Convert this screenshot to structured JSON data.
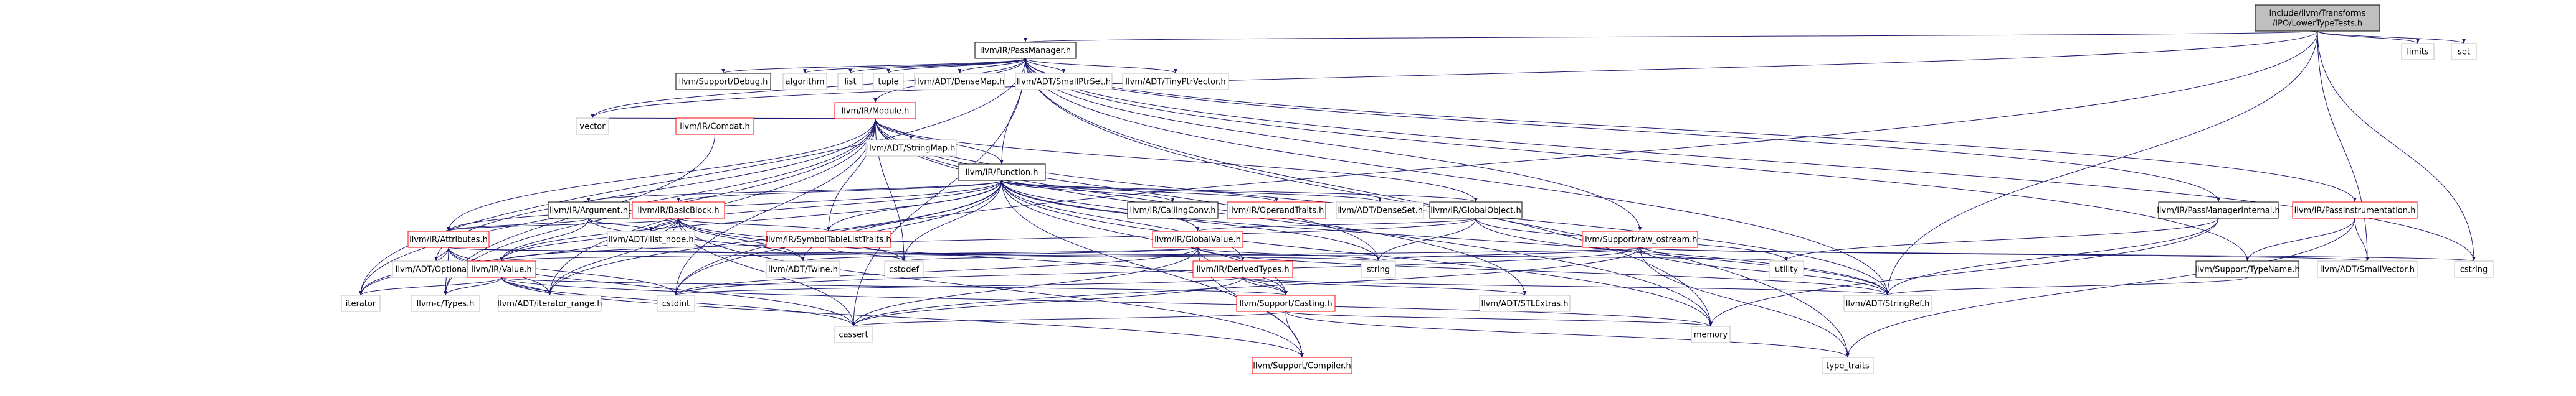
{
  "colors": {
    "edge": "#191970",
    "root_fill": "#bfbfbf",
    "node_stroke_plain": "#bfbfbf",
    "node_stroke_linked": "#000000",
    "node_stroke_truncated": "#ff0000",
    "text": "#000000"
  },
  "nodes": [
    {
      "id": "root",
      "label": [
        "include/llvm/Transforms",
        "/IPO/LowerTypeTests.h"
      ],
      "kind": "root"
    },
    {
      "id": "passmanager",
      "label": [
        "llvm/IR/PassManager.h"
      ],
      "kind": "linked"
    },
    {
      "id": "limits",
      "label": [
        "limits"
      ],
      "kind": "plain"
    },
    {
      "id": "set",
      "label": [
        "set"
      ],
      "kind": "plain"
    },
    {
      "id": "debug",
      "label": [
        "llvm/Support/Debug.h"
      ],
      "kind": "linked"
    },
    {
      "id": "algorithm",
      "label": [
        "algorithm"
      ],
      "kind": "plain"
    },
    {
      "id": "list",
      "label": [
        "list"
      ],
      "kind": "plain"
    },
    {
      "id": "tuple",
      "label": [
        "tuple"
      ],
      "kind": "plain"
    },
    {
      "id": "densemap",
      "label": [
        "llvm/ADT/DenseMap.h"
      ],
      "kind": "plain"
    },
    {
      "id": "smallptrset",
      "label": [
        "llvm/ADT/SmallPtrSet.h"
      ],
      "kind": "plain"
    },
    {
      "id": "tinyptrvector",
      "label": [
        "llvm/ADT/TinyPtrVector.h"
      ],
      "kind": "plain"
    },
    {
      "id": "module",
      "label": [
        "llvm/IR/Module.h"
      ],
      "kind": "truncated"
    },
    {
      "id": "vector",
      "label": [
        "vector"
      ],
      "kind": "plain"
    },
    {
      "id": "comdat",
      "label": [
        "llvm/IR/Comdat.h"
      ],
      "kind": "truncated"
    },
    {
      "id": "stringmap",
      "label": [
        "llvm/ADT/StringMap.h"
      ],
      "kind": "plain"
    },
    {
      "id": "function",
      "label": [
        "llvm/IR/Function.h"
      ],
      "kind": "linked"
    },
    {
      "id": "argument",
      "label": [
        "llvm/IR/Argument.h"
      ],
      "kind": "linked"
    },
    {
      "id": "basicblock",
      "label": [
        "llvm/IR/BasicBlock.h"
      ],
      "kind": "truncated"
    },
    {
      "id": "callingconv",
      "label": [
        "llvm/IR/CallingConv.h"
      ],
      "kind": "linked"
    },
    {
      "id": "operandtraits",
      "label": [
        "llvm/IR/OperandTraits.h"
      ],
      "kind": "truncated"
    },
    {
      "id": "denseset",
      "label": [
        "llvm/ADT/DenseSet.h"
      ],
      "kind": "plain"
    },
    {
      "id": "globalobject",
      "label": [
        "llvm/IR/GlobalObject.h"
      ],
      "kind": "linked"
    },
    {
      "id": "pmi",
      "label": [
        "llvm/IR/PassManagerInternal.h"
      ],
      "kind": "linked"
    },
    {
      "id": "passinstr",
      "label": [
        "llvm/IR/PassInstrumentation.h"
      ],
      "kind": "truncated"
    },
    {
      "id": "attributes",
      "label": [
        "llvm/IR/Attributes.h"
      ],
      "kind": "truncated"
    },
    {
      "id": "ilistnode",
      "label": [
        "llvm/ADT/ilist_node.h"
      ],
      "kind": "plain"
    },
    {
      "id": "symtab",
      "label": [
        "llvm/IR/SymbolTableListTraits.h"
      ],
      "kind": "truncated"
    },
    {
      "id": "globalvalue",
      "label": [
        "llvm/IR/GlobalValue.h"
      ],
      "kind": "truncated"
    },
    {
      "id": "rawostream",
      "label": [
        "llvm/Support/raw_ostream.h"
      ],
      "kind": "truncated"
    },
    {
      "id": "typename",
      "label": [
        "llvm/Support/TypeName.h"
      ],
      "kind": "linked"
    },
    {
      "id": "smallvector",
      "label": [
        "llvm/ADT/SmallVector.h"
      ],
      "kind": "plain"
    },
    {
      "id": "cstring",
      "label": [
        "cstring"
      ],
      "kind": "plain"
    },
    {
      "id": "optional",
      "label": [
        "llvm/ADT/Optional.h"
      ],
      "kind": "plain"
    },
    {
      "id": "value",
      "label": [
        "llvm/IR/Value.h"
      ],
      "kind": "truncated"
    },
    {
      "id": "twine",
      "label": [
        "llvm/ADT/Twine.h"
      ],
      "kind": "plain"
    },
    {
      "id": "cstddef",
      "label": [
        "cstddef"
      ],
      "kind": "plain"
    },
    {
      "id": "string",
      "label": [
        "string"
      ],
      "kind": "plain"
    },
    {
      "id": "derivedtypes",
      "label": [
        "llvm/IR/DerivedTypes.h"
      ],
      "kind": "truncated"
    },
    {
      "id": "utility",
      "label": [
        "utility"
      ],
      "kind": "plain"
    },
    {
      "id": "iterator",
      "label": [
        "iterator"
      ],
      "kind": "plain"
    },
    {
      "id": "ctypes",
      "label": [
        "llvm-c/Types.h"
      ],
      "kind": "plain"
    },
    {
      "id": "iterrange",
      "label": [
        "llvm/ADT/iterator_range.h"
      ],
      "kind": "plain"
    },
    {
      "id": "cstdint",
      "label": [
        "cstdint"
      ],
      "kind": "plain"
    },
    {
      "id": "casting",
      "label": [
        "llvm/Support/Casting.h"
      ],
      "kind": "truncated"
    },
    {
      "id": "stlextras",
      "label": [
        "llvm/ADT/STLExtras.h"
      ],
      "kind": "plain"
    },
    {
      "id": "stringref",
      "label": [
        "llvm/ADT/StringRef.h"
      ],
      "kind": "plain"
    },
    {
      "id": "memory",
      "label": [
        "memory"
      ],
      "kind": "plain"
    },
    {
      "id": "cassert",
      "label": [
        "cassert"
      ],
      "kind": "plain"
    },
    {
      "id": "compiler",
      "label": [
        "llvm/Support/Compiler.h"
      ],
      "kind": "truncated"
    },
    {
      "id": "typetraits",
      "label": [
        "type_traits"
      ],
      "kind": "plain"
    }
  ],
  "edges": [
    [
      "root",
      "passmanager"
    ],
    [
      "root",
      "limits"
    ],
    [
      "root",
      "set"
    ],
    [
      "root",
      "smallvector"
    ],
    [
      "root",
      "cstdint"
    ],
    [
      "root",
      "cstring"
    ],
    [
      "root",
      "vector"
    ],
    [
      "root",
      "stringref"
    ],
    [
      "passmanager",
      "debug"
    ],
    [
      "passmanager",
      "algorithm"
    ],
    [
      "passmanager",
      "list"
    ],
    [
      "passmanager",
      "tuple"
    ],
    [
      "passmanager",
      "densemap"
    ],
    [
      "passmanager",
      "smallptrset"
    ],
    [
      "passmanager",
      "tinyptrvector"
    ],
    [
      "passmanager",
      "module"
    ],
    [
      "passmanager",
      "vector"
    ],
    [
      "passmanager",
      "function"
    ],
    [
      "passmanager",
      "pmi"
    ],
    [
      "passmanager",
      "passinstr"
    ],
    [
      "passmanager",
      "typename"
    ],
    [
      "passmanager",
      "stringref"
    ],
    [
      "passmanager",
      "cstring"
    ],
    [
      "passmanager",
      "memory"
    ],
    [
      "passmanager",
      "typetraits"
    ],
    [
      "passmanager",
      "cassert"
    ],
    [
      "passmanager",
      "iterator"
    ],
    [
      "passmanager",
      "rawostream"
    ],
    [
      "module",
      "vector"
    ],
    [
      "module",
      "comdat"
    ],
    [
      "module",
      "stringmap"
    ],
    [
      "module",
      "function"
    ],
    [
      "module",
      "globalobject"
    ],
    [
      "module",
      "attributes"
    ],
    [
      "module",
      "iterrange"
    ],
    [
      "module",
      "ctypes"
    ],
    [
      "module",
      "optional"
    ],
    [
      "module",
      "cstddef"
    ],
    [
      "module",
      "stlextras"
    ],
    [
      "module",
      "stringref"
    ],
    [
      "module",
      "memory"
    ],
    [
      "module",
      "iterator"
    ],
    [
      "module",
      "symtab"
    ],
    [
      "module",
      "cstdint"
    ],
    [
      "module",
      "string"
    ],
    [
      "comdat",
      "ctypes"
    ],
    [
      "function",
      "argument"
    ],
    [
      "function",
      "basicblock"
    ],
    [
      "function",
      "callingconv"
    ],
    [
      "function",
      "operandtraits"
    ],
    [
      "function",
      "denseset"
    ],
    [
      "function",
      "globalobject"
    ],
    [
      "function",
      "attributes"
    ],
    [
      "function",
      "ilistnode"
    ],
    [
      "function",
      "symtab"
    ],
    [
      "function",
      "globalvalue"
    ],
    [
      "function",
      "value"
    ],
    [
      "function",
      "twine"
    ],
    [
      "function",
      "derivedtypes"
    ],
    [
      "function",
      "casting"
    ],
    [
      "function",
      "compiler"
    ],
    [
      "function",
      "cstddef"
    ],
    [
      "function",
      "cstdint"
    ],
    [
      "function",
      "memory"
    ],
    [
      "function",
      "string"
    ],
    [
      "function",
      "stringref"
    ],
    [
      "function",
      "iterrange"
    ],
    [
      "argument",
      "value"
    ],
    [
      "argument",
      "attributes"
    ],
    [
      "argument",
      "twine"
    ],
    [
      "argument",
      "ilistnode"
    ],
    [
      "basicblock",
      "attributes"
    ],
    [
      "basicblock",
      "value"
    ],
    [
      "basicblock",
      "ilistnode"
    ],
    [
      "basicblock",
      "symtab"
    ],
    [
      "basicblock",
      "twine"
    ],
    [
      "basicblock",
      "iterrange"
    ],
    [
      "basicblock",
      "casting"
    ],
    [
      "basicblock",
      "compiler"
    ],
    [
      "basicblock",
      "cstddef"
    ],
    [
      "basicblock",
      "cassert"
    ],
    [
      "basicblock",
      "iterator"
    ],
    [
      "globalobject",
      "globalvalue"
    ],
    [
      "globalobject",
      "value"
    ],
    [
      "globalobject",
      "stringref"
    ],
    [
      "globalobject",
      "string"
    ],
    [
      "globalobject",
      "utility"
    ],
    [
      "pmi",
      "stringref"
    ],
    [
      "pmi",
      "memory"
    ],
    [
      "pmi",
      "utility"
    ],
    [
      "passinstr",
      "smallvector"
    ],
    [
      "passinstr",
      "typename"
    ],
    [
      "passinstr",
      "typetraits"
    ],
    [
      "attributes",
      "optional"
    ],
    [
      "attributes",
      "iterrange"
    ],
    [
      "attributes",
      "ctypes"
    ],
    [
      "attributes",
      "cassert"
    ],
    [
      "attributes",
      "cstdint"
    ],
    [
      "attributes",
      "string"
    ],
    [
      "attributes",
      "utility"
    ],
    [
      "attributes",
      "iterator"
    ],
    [
      "symtab",
      "cstddef"
    ],
    [
      "globalvalue",
      "value"
    ],
    [
      "globalvalue",
      "derivedtypes"
    ],
    [
      "globalvalue",
      "casting"
    ],
    [
      "globalvalue",
      "stringref"
    ],
    [
      "globalvalue",
      "twine"
    ],
    [
      "globalvalue",
      "cassert"
    ],
    [
      "globalvalue",
      "cstdint"
    ],
    [
      "globalvalue",
      "string"
    ],
    [
      "globalvalue",
      "compiler"
    ],
    [
      "rawostream",
      "stringref"
    ],
    [
      "rawostream",
      "cassert"
    ],
    [
      "rawostream",
      "cstddef"
    ],
    [
      "rawostream",
      "cstdint"
    ],
    [
      "rawostream",
      "cstring"
    ],
    [
      "rawostream",
      "string"
    ],
    [
      "rawostream",
      "typetraits"
    ],
    [
      "rawostream",
      "smallvector"
    ],
    [
      "typename",
      "stringref"
    ],
    [
      "value",
      "ctypes"
    ],
    [
      "value",
      "iterrange"
    ],
    [
      "value",
      "casting"
    ],
    [
      "value",
      "compiler"
    ],
    [
      "value",
      "cassert"
    ],
    [
      "value",
      "iterator"
    ],
    [
      "value",
      "memory"
    ],
    [
      "derivedtypes",
      "casting"
    ],
    [
      "derivedtypes",
      "stringref"
    ],
    [
      "derivedtypes",
      "stlextras"
    ],
    [
      "derivedtypes",
      "cassert"
    ],
    [
      "derivedtypes",
      "cstdint"
    ],
    [
      "casting",
      "compiler"
    ],
    [
      "casting",
      "cassert"
    ],
    [
      "casting",
      "memory"
    ],
    [
      "casting",
      "typetraits"
    ]
  ]
}
